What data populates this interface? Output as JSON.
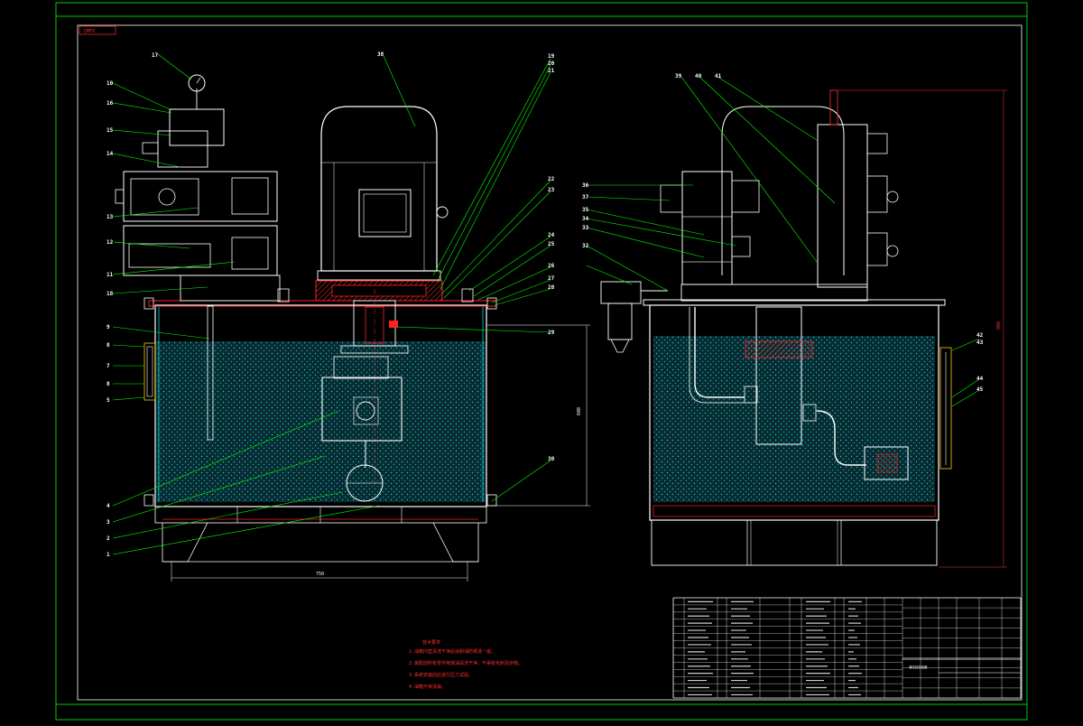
{
  "drawing": {
    "stamp": "CMTZ",
    "dim_height": "600",
    "dim_width": "750",
    "dim_right_height": "900",
    "tech_notes_title": "技术要求",
    "tech_notes": [
      "1.油箱内壁清洗干净后涂耐油防锈漆一遍。",
      "2.装配前所有零件用煤油清洗干净，不得有毛刺及杂物。",
      "3.系统安装后应进行压力试验。",
      "4.油箱不得渗漏。"
    ],
    "title_block_name": "液压站总装图"
  },
  "callouts_left": [
    "17",
    "10",
    "16",
    "15",
    "14",
    "13",
    "12",
    "11",
    "18",
    "9",
    "8",
    "7",
    "8",
    "5",
    "4",
    "3",
    "2",
    "1"
  ],
  "callouts_top": [
    "38",
    "19",
    "20",
    "21",
    "22",
    "23",
    "24",
    "25",
    "26",
    "27",
    "28",
    "29",
    "30"
  ],
  "callouts_right_view": [
    "39",
    "40",
    "41",
    "36",
    "37",
    "35",
    "34",
    "33",
    "32",
    "42",
    "43",
    "44",
    "45"
  ],
  "colors": {
    "frame": "#00cc00",
    "outline": "#ffffff",
    "leader": "#00ff00",
    "fluid": "#00d8d8",
    "flange": "#ff2020",
    "annotation": "#ff3030"
  }
}
